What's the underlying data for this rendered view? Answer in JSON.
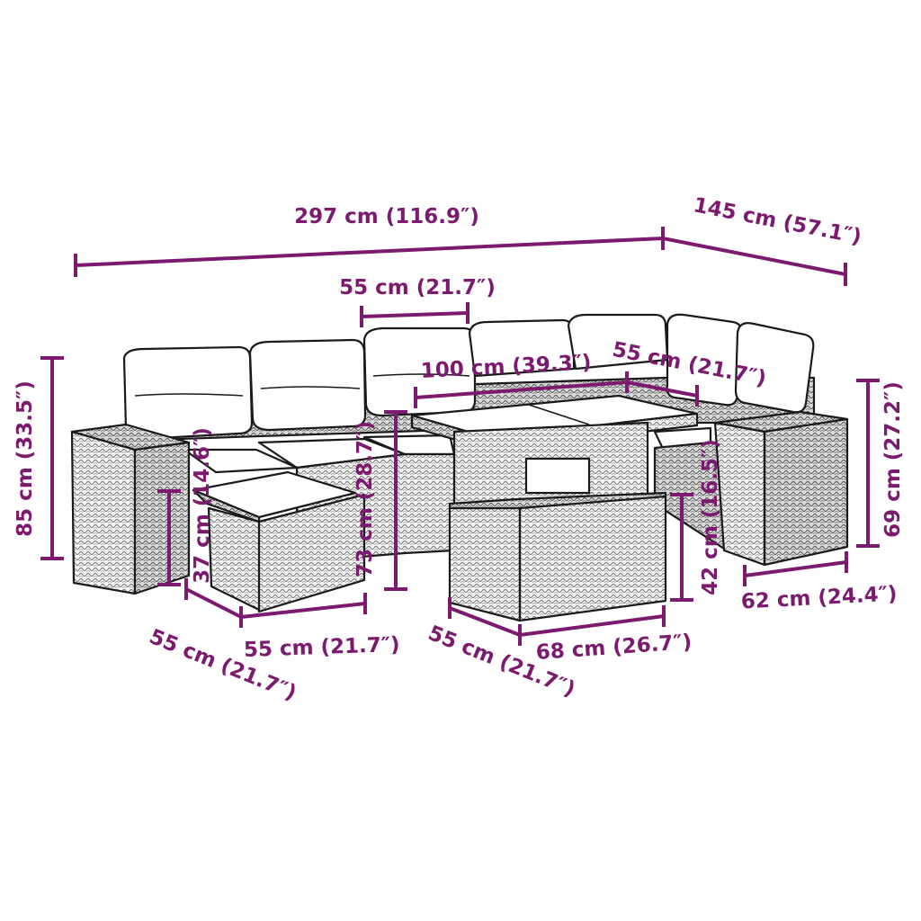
{
  "dimensions": {
    "total_length": "297 cm (116.9″)",
    "total_depth": "145 cm (57.1″)",
    "module_width_top": "55 cm (21.7″)",
    "table_length": "100 cm (39.3″)",
    "table_depth": "55 cm (21.7″)",
    "sofa_height": "85 cm (33.5″)",
    "cushion_height": "37 cm (14.6″)",
    "seat_height": "37 cm",
    "table_height": "73 cm (28.7″)",
    "ottoman_width": "55 cm (21.7″)",
    "ottoman_depth": "55 cm (21.7″)",
    "side_table_height": "69 cm (27.2″)",
    "side_table_width": "62 cm (24.4″)",
    "stool_height": "42 cm (16.5″)",
    "stool_width": "68 cm (26.7″)",
    "stool_depth": "55 cm (21.7″)"
  },
  "colors": {
    "dimension_accent": "#7b1a6f",
    "outline": "#1a1a1a",
    "cushion": "#ffffff"
  }
}
